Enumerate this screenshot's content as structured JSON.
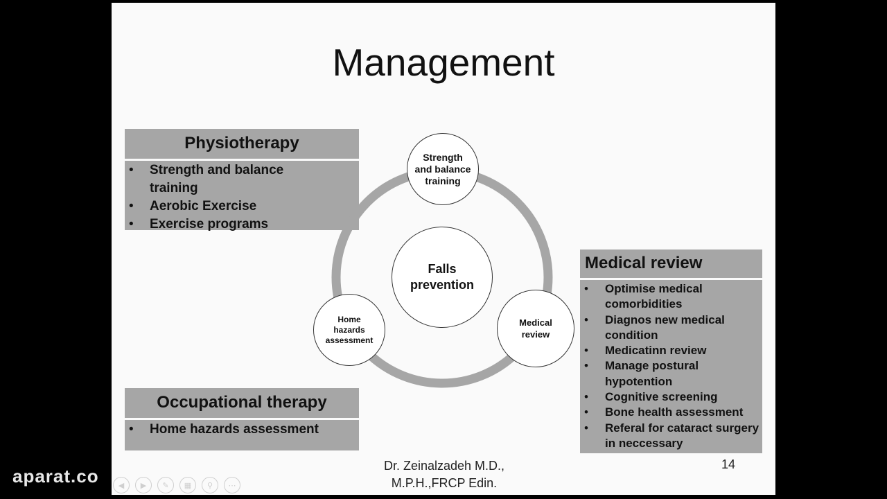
{
  "slide": {
    "title": "Management",
    "physiotherapy": {
      "heading": "Physiotherapy",
      "items": [
        "Strength and  balance training",
        "Aerobic Exercise",
        "Exercise programs"
      ]
    },
    "occupational": {
      "heading": "Occupational therapy",
      "items": [
        "Home hazards assessment"
      ]
    },
    "medical": {
      "heading": "Medical review",
      "items": [
        "Optimise medical comorbidities",
        "Diagnos new medical condition",
        "Medicatinn review",
        "Manage postural hypotention",
        "Cognitive screening",
        "Bone health assessment",
        "Referal for cataract surgery in neccessary"
      ]
    },
    "diagram": {
      "center": "Falls prevention",
      "top": "Strength and balance training",
      "left": "Home hazards assessment",
      "right": "Medical review"
    },
    "footer": {
      "author_line1": "Dr. Zeinalzadeh M.D.,",
      "author_line2": "M.P.H.,FRCP Edin.",
      "page_number": "14"
    }
  },
  "watermark": "aparat.co",
  "colors": {
    "box_fill": "#a6a6a6",
    "ring": "#a6a6a6",
    "slide_bg": "#fafafa"
  },
  "toolbar_icons": [
    "back-icon",
    "forward-icon",
    "pen-icon",
    "slides-icon",
    "zoom-icon",
    "more-icon"
  ]
}
